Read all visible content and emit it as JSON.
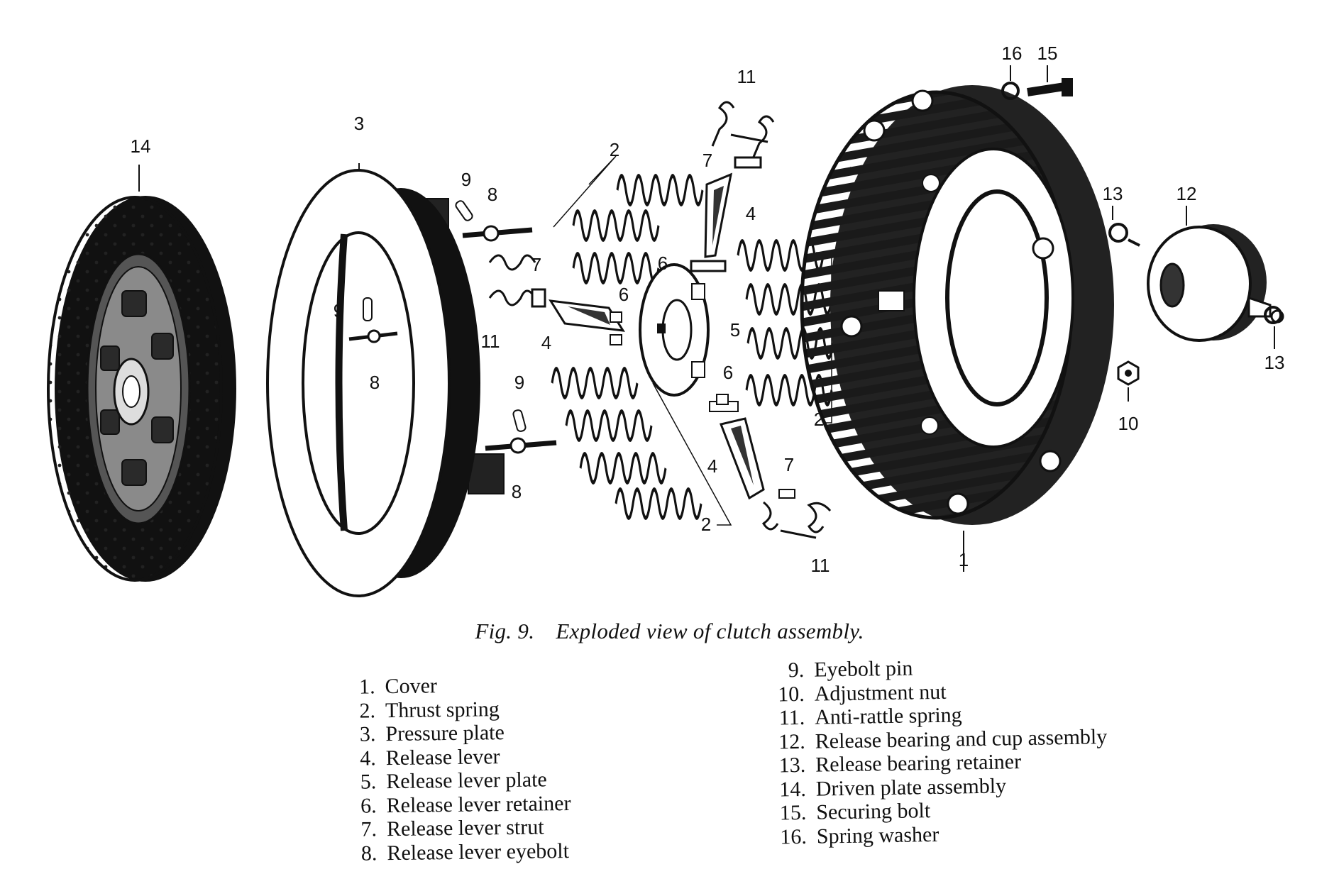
{
  "figure": {
    "number_label": "Fig. 9.",
    "title": "Exploded view of clutch assembly."
  },
  "callouts": {
    "c14": "14",
    "c3": "3",
    "c9a": "9",
    "c8a": "8",
    "c11a": "11",
    "c7a": "7",
    "c9b": "9",
    "c8b": "8",
    "c9c": "9",
    "c8c": "8",
    "c2a": "2",
    "c6a": "6",
    "c4a": "4",
    "c6b": "6",
    "c5": "5",
    "c6c": "6",
    "c4b": "4",
    "c2b": "2",
    "c2c": "2",
    "c7b": "7",
    "c4c": "4",
    "c11b": "11",
    "c7c": "7",
    "c11c": "11",
    "c16": "16",
    "c15": "15",
    "c13a": "13",
    "c12": "12",
    "c13b": "13",
    "c10": "10",
    "c1": "1"
  },
  "legend": {
    "left": [
      {
        "num": "1.",
        "name": "Cover"
      },
      {
        "num": "2.",
        "name": "Thrust spring"
      },
      {
        "num": "3.",
        "name": "Pressure plate"
      },
      {
        "num": "4.",
        "name": "Release lever"
      },
      {
        "num": "5.",
        "name": "Release lever plate"
      },
      {
        "num": "6.",
        "name": "Release lever retainer"
      },
      {
        "num": "7.",
        "name": "Release lever strut"
      },
      {
        "num": "8.",
        "name": "Release lever eyebolt"
      }
    ],
    "right": [
      {
        "num": "9.",
        "name": "Eyebolt pin"
      },
      {
        "num": "10.",
        "name": "Adjustment nut"
      },
      {
        "num": "11.",
        "name": "Anti-rattle spring"
      },
      {
        "num": "12.",
        "name": "Release bearing and cup assembly"
      },
      {
        "num": "13.",
        "name": "Release bearing retainer"
      },
      {
        "num": "14.",
        "name": "Driven plate assembly"
      },
      {
        "num": "15.",
        "name": "Securing bolt"
      },
      {
        "num": "16.",
        "name": "Spring washer"
      }
    ]
  }
}
